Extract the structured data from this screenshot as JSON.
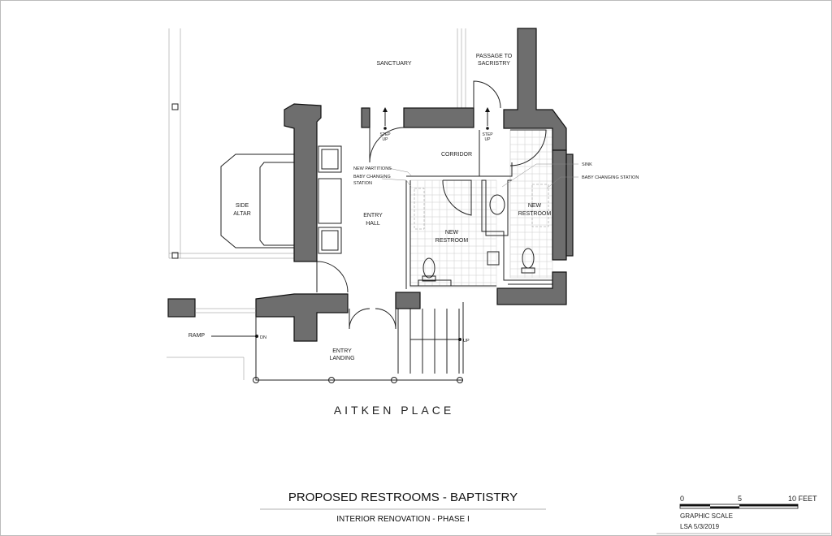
{
  "plan": {
    "rooms": {
      "sanctuary": "SANCTUARY",
      "passage_line1": "PASSAGE TO",
      "passage_line2": "SACRISTRY",
      "corridor": "CORRIDOR",
      "side_altar_line1": "SIDE",
      "side_altar_line2": "ALTAR",
      "entry_hall_line1": "ENTRY",
      "entry_hall_line2": "HALL",
      "restroom1_line1": "NEW",
      "restroom1_line2": "RESTROOM",
      "restroom2_line1": "NEW",
      "restroom2_line2": "RESTROOM",
      "entry_landing_line1": "ENTRY",
      "entry_landing_line2": "LANDING",
      "ramp": "RAMP"
    },
    "annotations": {
      "step_up_1a": "STEP",
      "step_up_1b": "UP",
      "step_up_2a": "STEP",
      "step_up_2b": "UP",
      "new_partitions": "NEW PARTITIONS",
      "baby_changing_1a": "BABY CHANGING",
      "baby_changing_1b": "STATION",
      "sink": "SINK",
      "baby_changing_2": "BABY CHANGING STATION",
      "dn": "DN",
      "up": "UP"
    },
    "street": "AITKEN PLACE"
  },
  "title_block": {
    "title": "PROPOSED RESTROOMS - BAPTISTRY",
    "subtitle": "INTERIOR RENOVATION - PHASE I"
  },
  "scale": {
    "tick0": "0",
    "tick5": "5",
    "tick10": "10 FEET",
    "label": "GRAPHIC SCALE",
    "author_date": "LSA 5/3/2019"
  }
}
